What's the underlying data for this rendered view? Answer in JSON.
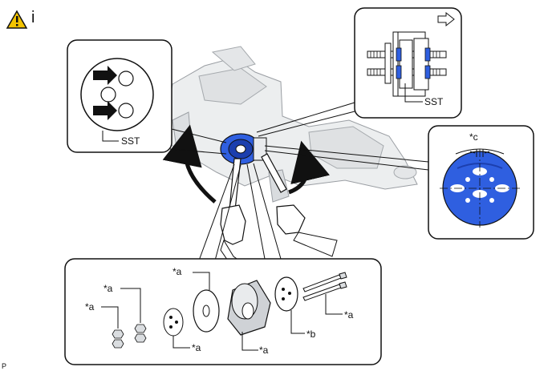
{
  "header": {
    "warning_letter": "i"
  },
  "footer": {
    "code": "P"
  },
  "callouts": {
    "sst_left": "SST",
    "sst_top": "SST",
    "c": "*c",
    "a_top": "*a",
    "a_left1": "*a",
    "a_left2": "*a",
    "a_plate": "*a",
    "a_holder": "*a",
    "a_bolts": "*a",
    "b": "*b"
  },
  "colors": {
    "hub_blue": "#2f5fe0",
    "hub_blue_dark": "#1c3fae",
    "gray_part": "#cfd2d6",
    "outline": "#222222"
  }
}
